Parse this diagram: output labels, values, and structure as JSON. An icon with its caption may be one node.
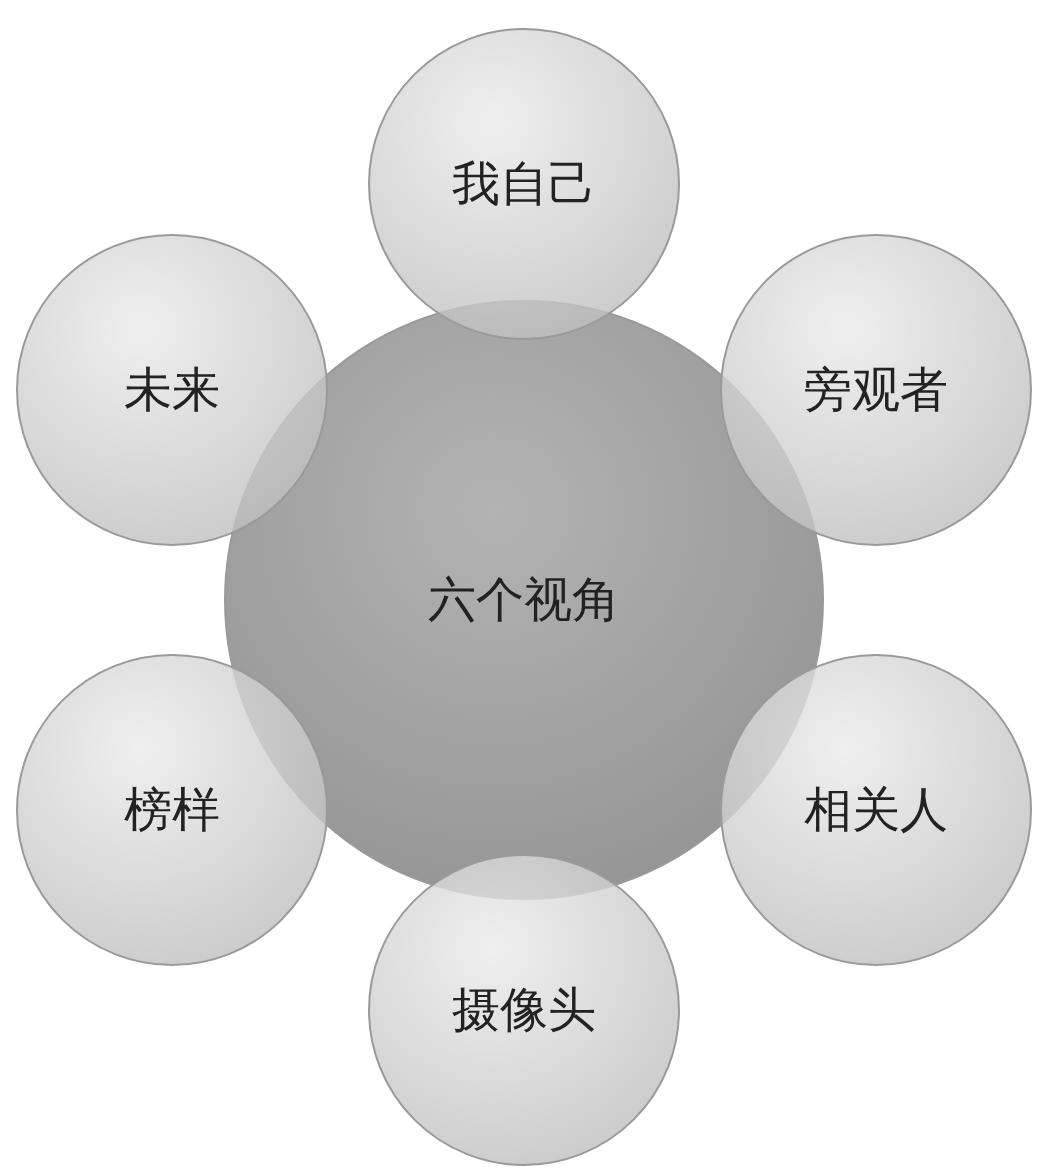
{
  "diagram": {
    "nodes": [
      {
        "text": [
          "六个视角"
        ]
      },
      {
        "text": [
          "我自己"
        ]
      },
      {
        "text": [
          "旁观者"
        ]
      },
      {
        "text": [
          "相关人"
        ]
      },
      {
        "text": [
          "摄像头"
        ]
      },
      {
        "text": [
          "榜样"
        ]
      },
      {
        "text": [
          "未来"
        ]
      }
    ]
  }
}
